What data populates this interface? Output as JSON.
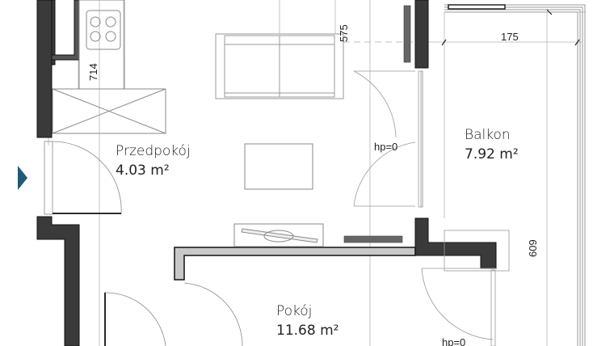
{
  "plan": {
    "rooms": [
      {
        "id": "przedpokoj",
        "name": "Przedpokój",
        "area": "4.03 m²"
      },
      {
        "id": "balkon",
        "name": "Balkon",
        "area": "7.92 m²"
      },
      {
        "id": "pokoj",
        "name": "Pokój",
        "area": "11.68 m²"
      }
    ],
    "dimensions": {
      "kitchen_width": "714",
      "living_depth": "575",
      "balcony_width": "175",
      "balcony_length": "609"
    },
    "door_notes": {
      "balcony_door_top": "hp=0",
      "balcony_door_bottom": "hp=0"
    },
    "entry_marker": {
      "icon": "entry-arrow-icon",
      "color": "#1f5a78"
    },
    "colors": {
      "wall": "#3a3a3a",
      "partition": "#c8c8c8",
      "line": "#8a8a8a",
      "text": "#222222"
    }
  }
}
